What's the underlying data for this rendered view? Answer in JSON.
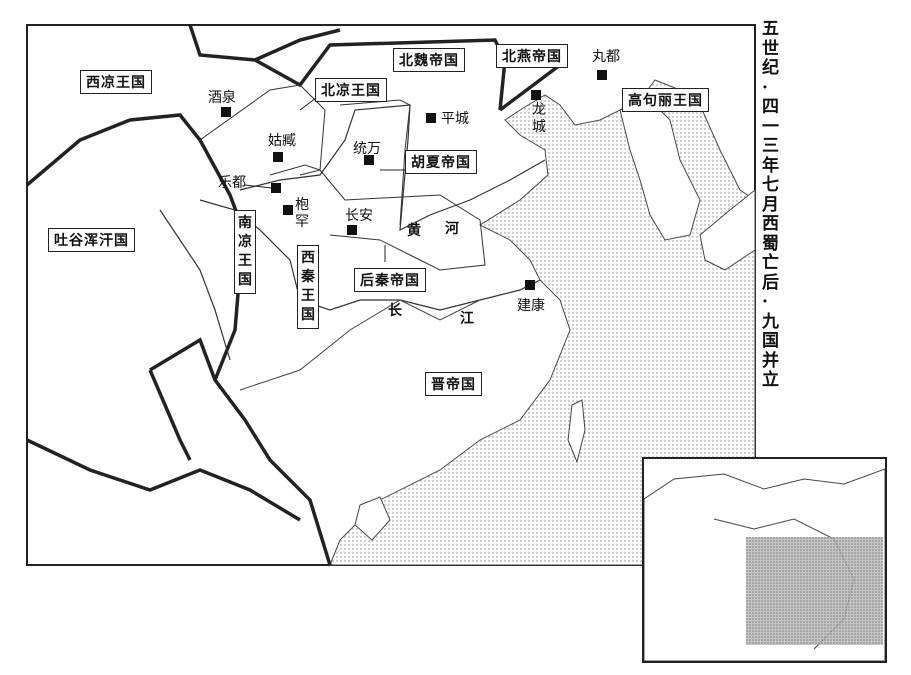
{
  "title": "五世纪·四一三年七月　西蜀亡后·九国并立",
  "states": {
    "xiliang": "西凉王国",
    "beiliang": "北凉王国",
    "beiwei": "北魏帝国",
    "beiyan": "北燕帝国",
    "gaogouli": "高句丽王国",
    "huxia": "胡夏帝国",
    "tuyuhun": "吐谷浑汗国",
    "nanliang": "南凉王国",
    "xiqin": "西秦王国",
    "houqin": "后秦帝国",
    "jin": "晋帝国"
  },
  "cities": {
    "jiuquan": "酒泉",
    "guzang": "姑臧",
    "ledu": "乐都",
    "fuhan": "枹罕",
    "tongwan": "统万",
    "pingcheng": "平城",
    "changan": "长安",
    "longcheng": "龙城",
    "wandu": "丸都",
    "jiankang": "建康"
  },
  "rivers": {
    "huang1": "黄",
    "huang2": "河",
    "chang1": "长",
    "chang2": "江"
  }
}
